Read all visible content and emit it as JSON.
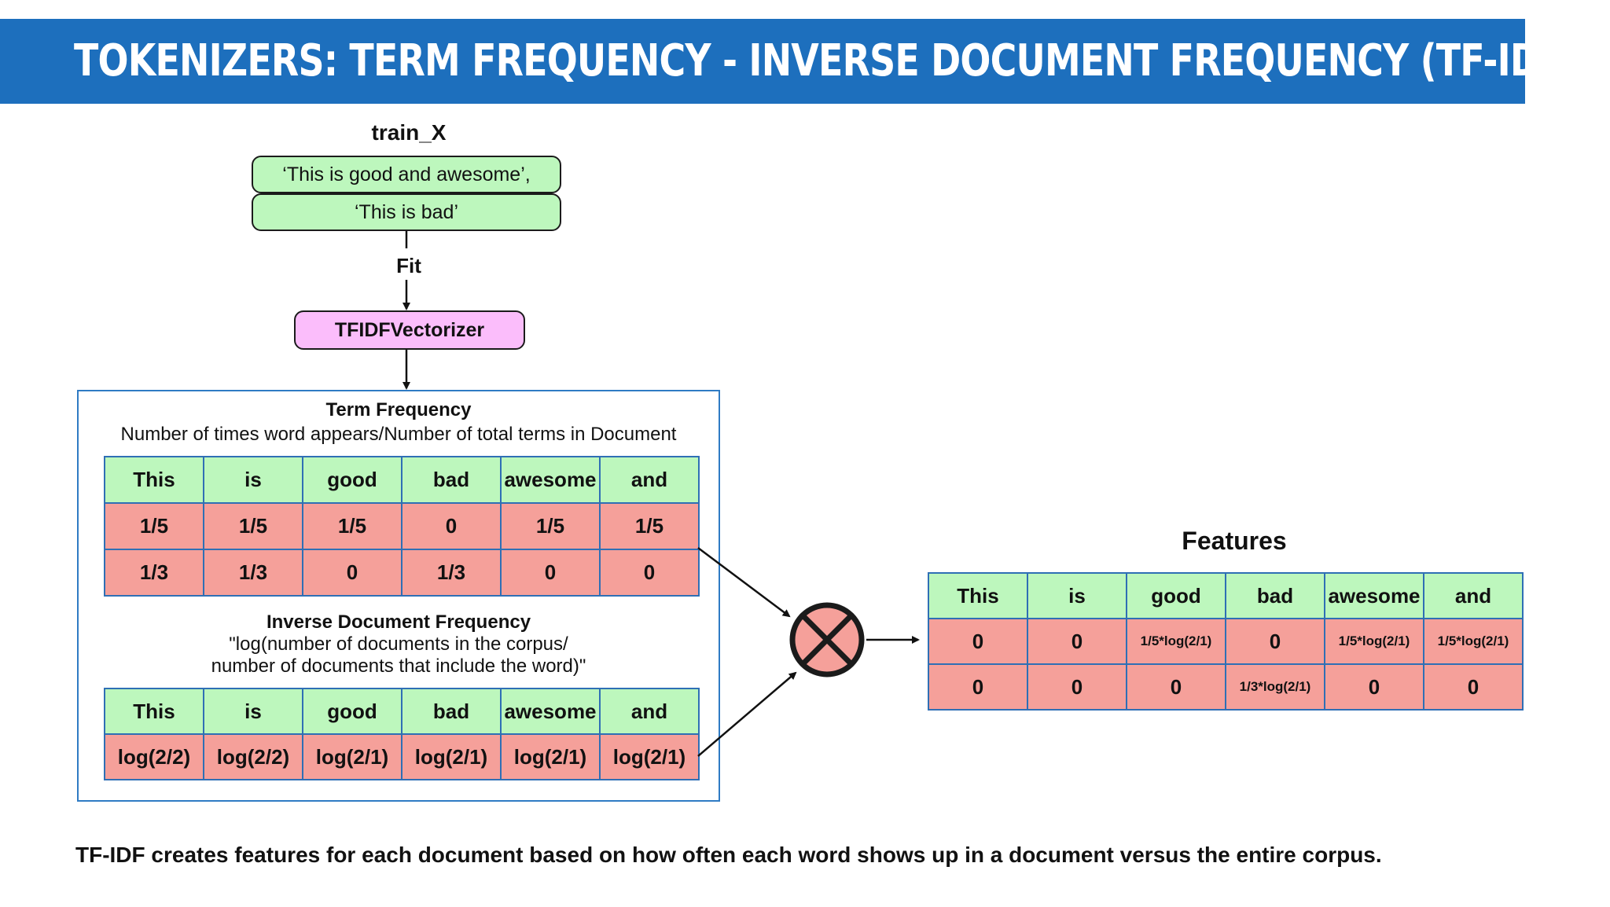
{
  "title": "TOKENIZERS: TERM FREQUENCY - INVERSE DOCUMENT FREQUENCY (TF-IDF)",
  "train_x": {
    "label": "train_X",
    "docs": [
      "‘This is good and awesome’,",
      "‘This is bad’"
    ]
  },
  "fit_label": "Fit",
  "vectorizer_label": "TFIDFVectorizer",
  "term_frequency": {
    "title": "Term Frequency",
    "description": "Number of times word appears/Number of total terms in Document",
    "headers": [
      "This",
      "is",
      "good",
      "bad",
      "awesome",
      "and"
    ],
    "rows": [
      [
        "1/5",
        "1/5",
        "1/5",
        "0",
        "1/5",
        "1/5"
      ],
      [
        "1/3",
        "1/3",
        "0",
        "1/3",
        "0",
        "0"
      ]
    ]
  },
  "idf": {
    "title": "Inverse Document Frequency",
    "formula_line1": "\"log(number of documents in the corpus/",
    "formula_line2": "number of documents that include the word)\"",
    "headers": [
      "This",
      "is",
      "good",
      "bad",
      "awesome",
      "and"
    ],
    "rows": [
      [
        "log(2/2)",
        "log(2/2)",
        "log(2/1)",
        "log(2/1)",
        "log(2/1)",
        "log(2/1)"
      ]
    ]
  },
  "features": {
    "title": "Features",
    "headers": [
      "This",
      "is",
      "good",
      "bad",
      "awesome",
      "and"
    ],
    "rows": [
      [
        "0",
        "0",
        "1/5*log(2/1)",
        "0",
        "1/5*log(2/1)",
        "1/5*log(2/1)"
      ],
      [
        "0",
        "0",
        "0",
        "1/3*log(2/1)",
        "0",
        "0"
      ]
    ]
  },
  "caption": "TF-IDF creates features for each document based on how often each word shows up in a document versus the entire corpus.",
  "colors": {
    "title_bar": "#1d6fbd",
    "header_cell": "#bdf7bd",
    "value_cell": "#f5a09a",
    "doc_box": "#bdf7bd",
    "vectorizer_box": "#fbbdfb",
    "multiply_circle": "#f5a09a"
  },
  "icons": {
    "multiply": "circled-times-icon"
  }
}
